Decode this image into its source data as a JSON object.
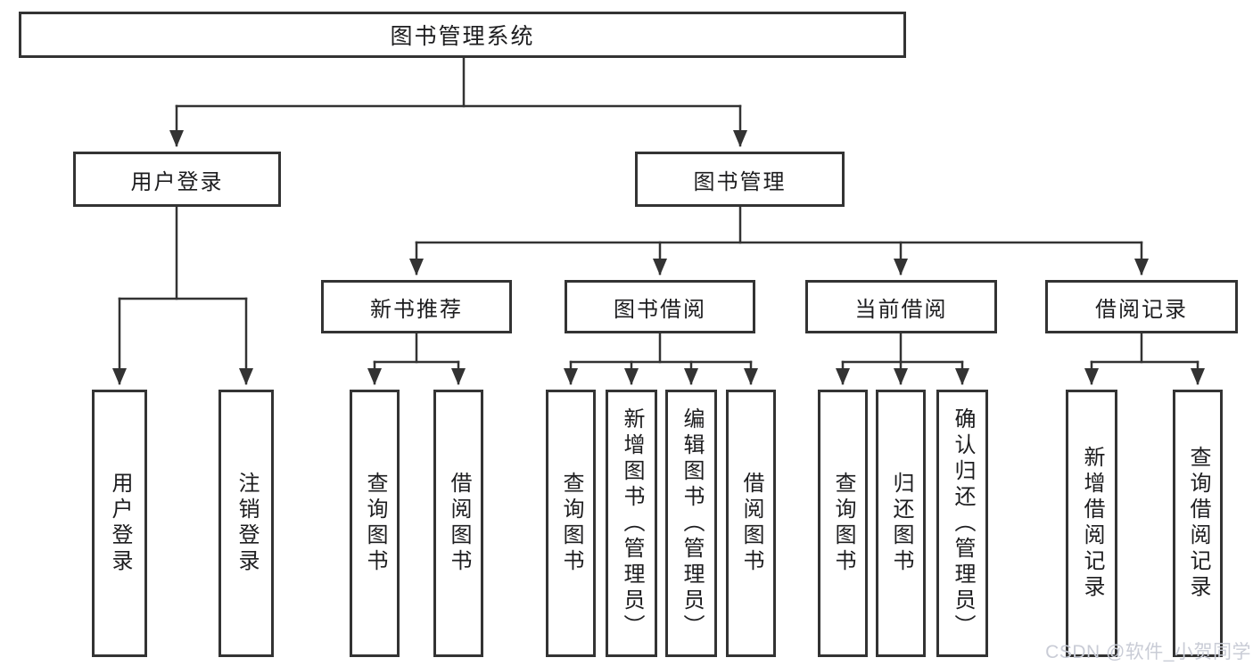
{
  "diagram": {
    "root": {
      "label": "图书管理系统"
    },
    "children": [
      {
        "label": "用户登录",
        "children": [
          {
            "label": "用户登录"
          },
          {
            "label": "注销登录"
          }
        ]
      },
      {
        "label": "图书管理",
        "children": [
          {
            "label": "新书推荐",
            "children": [
              {
                "label": "查询图书"
              },
              {
                "label": "借阅图书"
              }
            ]
          },
          {
            "label": "图书借阅",
            "children": [
              {
                "label": "查询图书"
              },
              {
                "label": "新增图书（管理员）"
              },
              {
                "label": "编辑图书（管理员）"
              },
              {
                "label": "借阅图书"
              }
            ]
          },
          {
            "label": "当前借阅",
            "children": [
              {
                "label": "查询图书"
              },
              {
                "label": "归还图书"
              },
              {
                "label": "确认归还（管理员）"
              }
            ]
          },
          {
            "label": "借阅记录",
            "children": [
              {
                "label": "新增借阅记录"
              },
              {
                "label": "查询借阅记录"
              }
            ]
          }
        ]
      }
    ]
  },
  "watermark": {
    "text": "CSDN @软件_小贺同学"
  },
  "colors": {
    "line": "#333333",
    "text": "#1d1d1f",
    "background": "#ffffff",
    "watermark": "#c9ccd6"
  }
}
